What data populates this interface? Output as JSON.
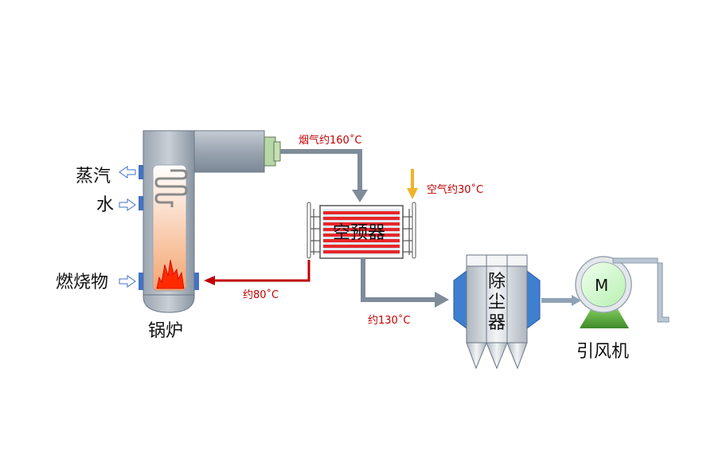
{
  "labels": {
    "steam": "蒸汽",
    "water": "水",
    "fuel": "燃烧物",
    "boiler": "锅炉",
    "flue_gas": "烟气约160˚C",
    "air": "空气约30˚C",
    "air_preheater": "空预器",
    "outlet_hot": "约80˚C",
    "outlet_cool": "约130˚C",
    "dust_collector_1": "除",
    "dust_collector_2": "尘",
    "dust_collector_3": "器",
    "fan_motor": "M",
    "induced_fan": "引风机"
  },
  "colors": {
    "duct": "#7f8c99",
    "hot_flow": "#c00000",
    "air_flow": "#f0b429",
    "boiler_body": "#9aa5b1",
    "fan_body": "#ccffcc",
    "fan_base": "#5aab3c",
    "collector_side": "#3f7fd0"
  },
  "icons": [
    "flame-icon",
    "coil-icon",
    "arrow-icon",
    "motor-icon"
  ]
}
